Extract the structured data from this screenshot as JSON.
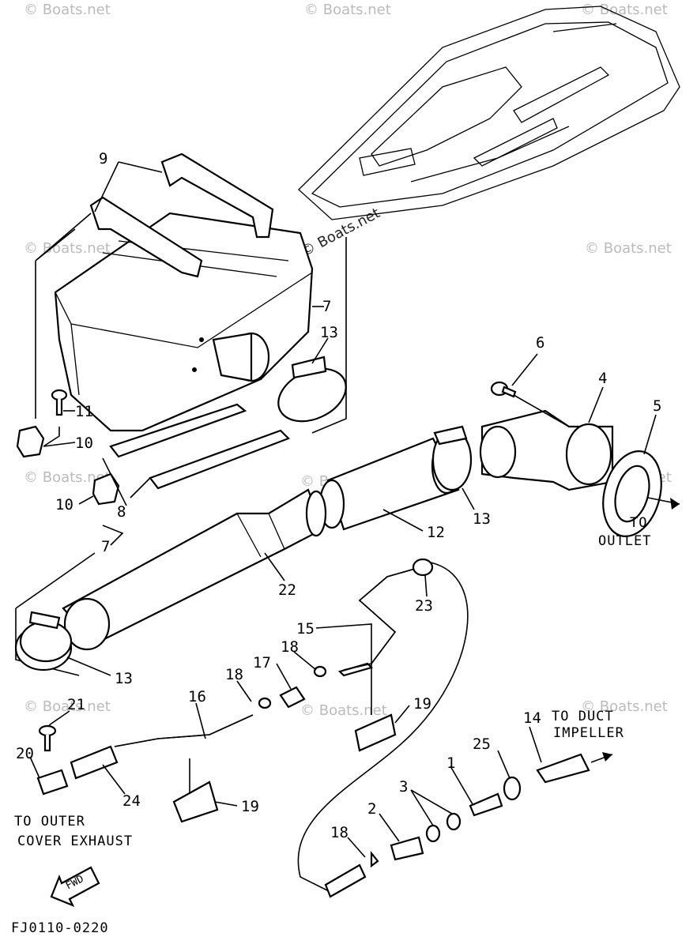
{
  "diagram": {
    "code": "FJ0110-0220",
    "fwd_label": "FWD",
    "watermark": "© Boats.net",
    "notes": [
      {
        "id": "to-outlet",
        "lines": [
          "TO",
          "OUTLET"
        ]
      },
      {
        "id": "to-duct-impeller",
        "lines": [
          "TO DUCT",
          "IMPELLER"
        ]
      },
      {
        "id": "to-outer-cover-exhaust",
        "lines": [
          "TO OUTER",
          "COVER EXHAUST"
        ]
      }
    ],
    "callouts": [
      {
        "id": "c9",
        "text": "9"
      },
      {
        "id": "c7a",
        "text": "7"
      },
      {
        "id": "c13a",
        "text": "13"
      },
      {
        "id": "c11",
        "text": "11"
      },
      {
        "id": "c10a",
        "text": "10"
      },
      {
        "id": "c10b",
        "text": "10"
      },
      {
        "id": "c8",
        "text": "8"
      },
      {
        "id": "c7b",
        "text": "7"
      },
      {
        "id": "c6",
        "text": "6"
      },
      {
        "id": "c4",
        "text": "4"
      },
      {
        "id": "c5",
        "text": "5"
      },
      {
        "id": "c13b",
        "text": "13"
      },
      {
        "id": "c12",
        "text": "12"
      },
      {
        "id": "c22",
        "text": "22"
      },
      {
        "id": "c23",
        "text": "23"
      },
      {
        "id": "c15",
        "text": "15"
      },
      {
        "id": "c18a",
        "text": "18"
      },
      {
        "id": "c17",
        "text": "17"
      },
      {
        "id": "c18b",
        "text": "18"
      },
      {
        "id": "c13c",
        "text": "13"
      },
      {
        "id": "c16",
        "text": "16"
      },
      {
        "id": "c19a",
        "text": "19"
      },
      {
        "id": "c21",
        "text": "21"
      },
      {
        "id": "c20",
        "text": "20"
      },
      {
        "id": "c24",
        "text": "24"
      },
      {
        "id": "c19b",
        "text": "19"
      },
      {
        "id": "c14",
        "text": "14"
      },
      {
        "id": "c25",
        "text": "25"
      },
      {
        "id": "c1",
        "text": "1"
      },
      {
        "id": "c3",
        "text": "3"
      },
      {
        "id": "c2",
        "text": "2"
      },
      {
        "id": "c18c",
        "text": "18"
      }
    ]
  }
}
